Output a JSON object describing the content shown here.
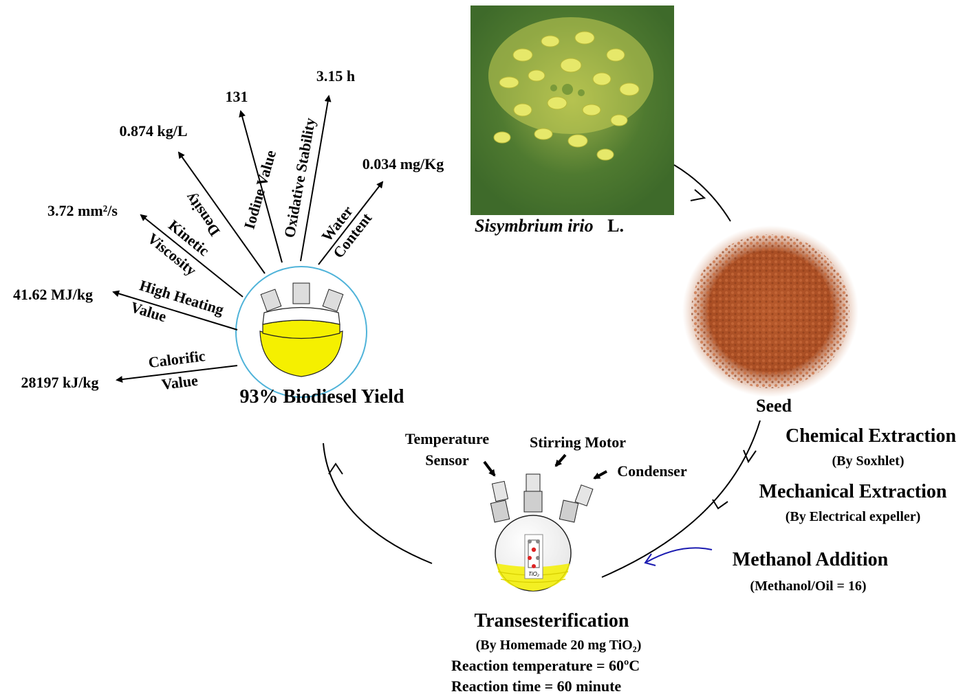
{
  "plant": {
    "genus_species": "Sisymbrium irio",
    "authority": "L."
  },
  "seed": {
    "label": "Seed"
  },
  "extraction": {
    "chemical": {
      "title": "Chemical Extraction",
      "method": "(By Soxhlet)"
    },
    "mechanical": {
      "title": "Mechanical Extraction",
      "method": "(By Electrical expeller)"
    }
  },
  "methanol": {
    "title": "Methanol Addition",
    "ratio": "(Methanol/Oil = 16)"
  },
  "reactor": {
    "temperature_sensor": [
      "Temperature",
      "Sensor"
    ],
    "stirring_motor": "Stirring Motor",
    "condenser": "Condenser",
    "catalyst": "TiO₂"
  },
  "transesterification": {
    "title": "Transesterification",
    "catalyst_line": "(By Homemade 20 mg TiO₂)",
    "temperature_line": "Reaction temperature = 60ºC",
    "time_line": "Reaction time = 60 minute"
  },
  "biodiesel": {
    "yield_label": "93% Biodiesel Yield"
  },
  "properties": [
    {
      "name_lines": [
        "Calorific",
        "Value"
      ],
      "value": "28197 kJ/kg"
    },
    {
      "name_lines": [
        "High Heating",
        "Value"
      ],
      "value": "41.62 MJ/kg"
    },
    {
      "name_lines": [
        "Kinetic",
        "Viscosity"
      ],
      "value": "3.72 mm²/s"
    },
    {
      "name_lines": [
        "Density"
      ],
      "value": "0.874 kg/L"
    },
    {
      "name_lines": [
        "Iodine Value"
      ],
      "value": "131"
    },
    {
      "name_lines": [
        "Oxidative Stability"
      ],
      "value": "3.15 h"
    },
    {
      "name_lines": [
        "Water",
        "Content"
      ],
      "value": "0.034 mg/Kg"
    }
  ],
  "colors": {
    "flask_oil": "#f5f000",
    "flask_ring": "#4fb3d9",
    "methanol_arrow": "#1a1ab0",
    "seed": "#b5552a",
    "leaf": "#5f8f3a",
    "flower": "#e0e070"
  }
}
